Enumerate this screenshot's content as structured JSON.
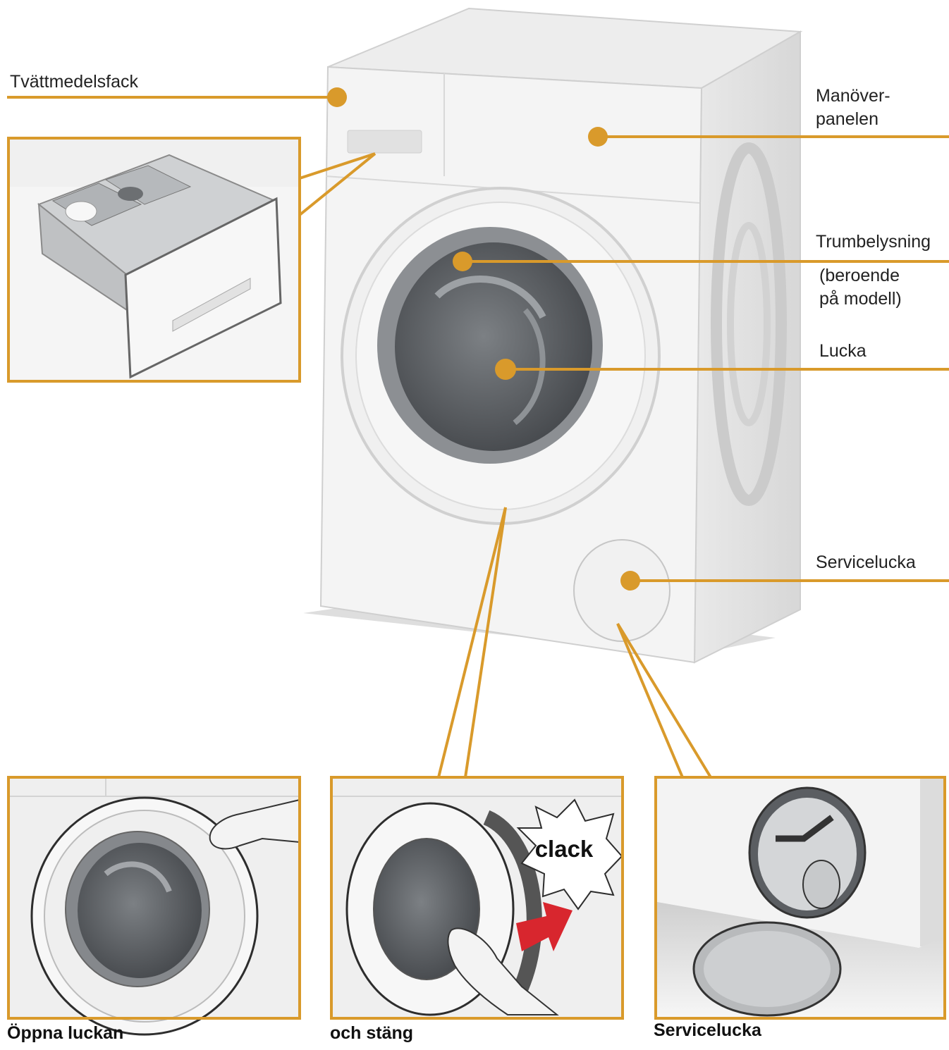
{
  "labels": {
    "detergent_drawer": "Tvättmedelsfack",
    "control_panel_line1": "Manöver-",
    "control_panel_line2": "panelen",
    "drum_light": "Trumbelysning",
    "drum_light_note_line1": "(beroende",
    "drum_light_note_line2": "på modell)",
    "door": "Lucka",
    "service_hatch": "Servicelucka"
  },
  "panels": {
    "open_door_caption": "Öppna luckan",
    "close_door_caption": "och stäng",
    "close_door_sound": "clack",
    "service_caption": "Servicelucka"
  },
  "colors": {
    "accent": "#d99a2b",
    "machine_white": "#f2f2f2",
    "machine_side": "#e4e4e4",
    "drum_dark": "#5b5e62",
    "arrow_red": "#d8262e"
  }
}
